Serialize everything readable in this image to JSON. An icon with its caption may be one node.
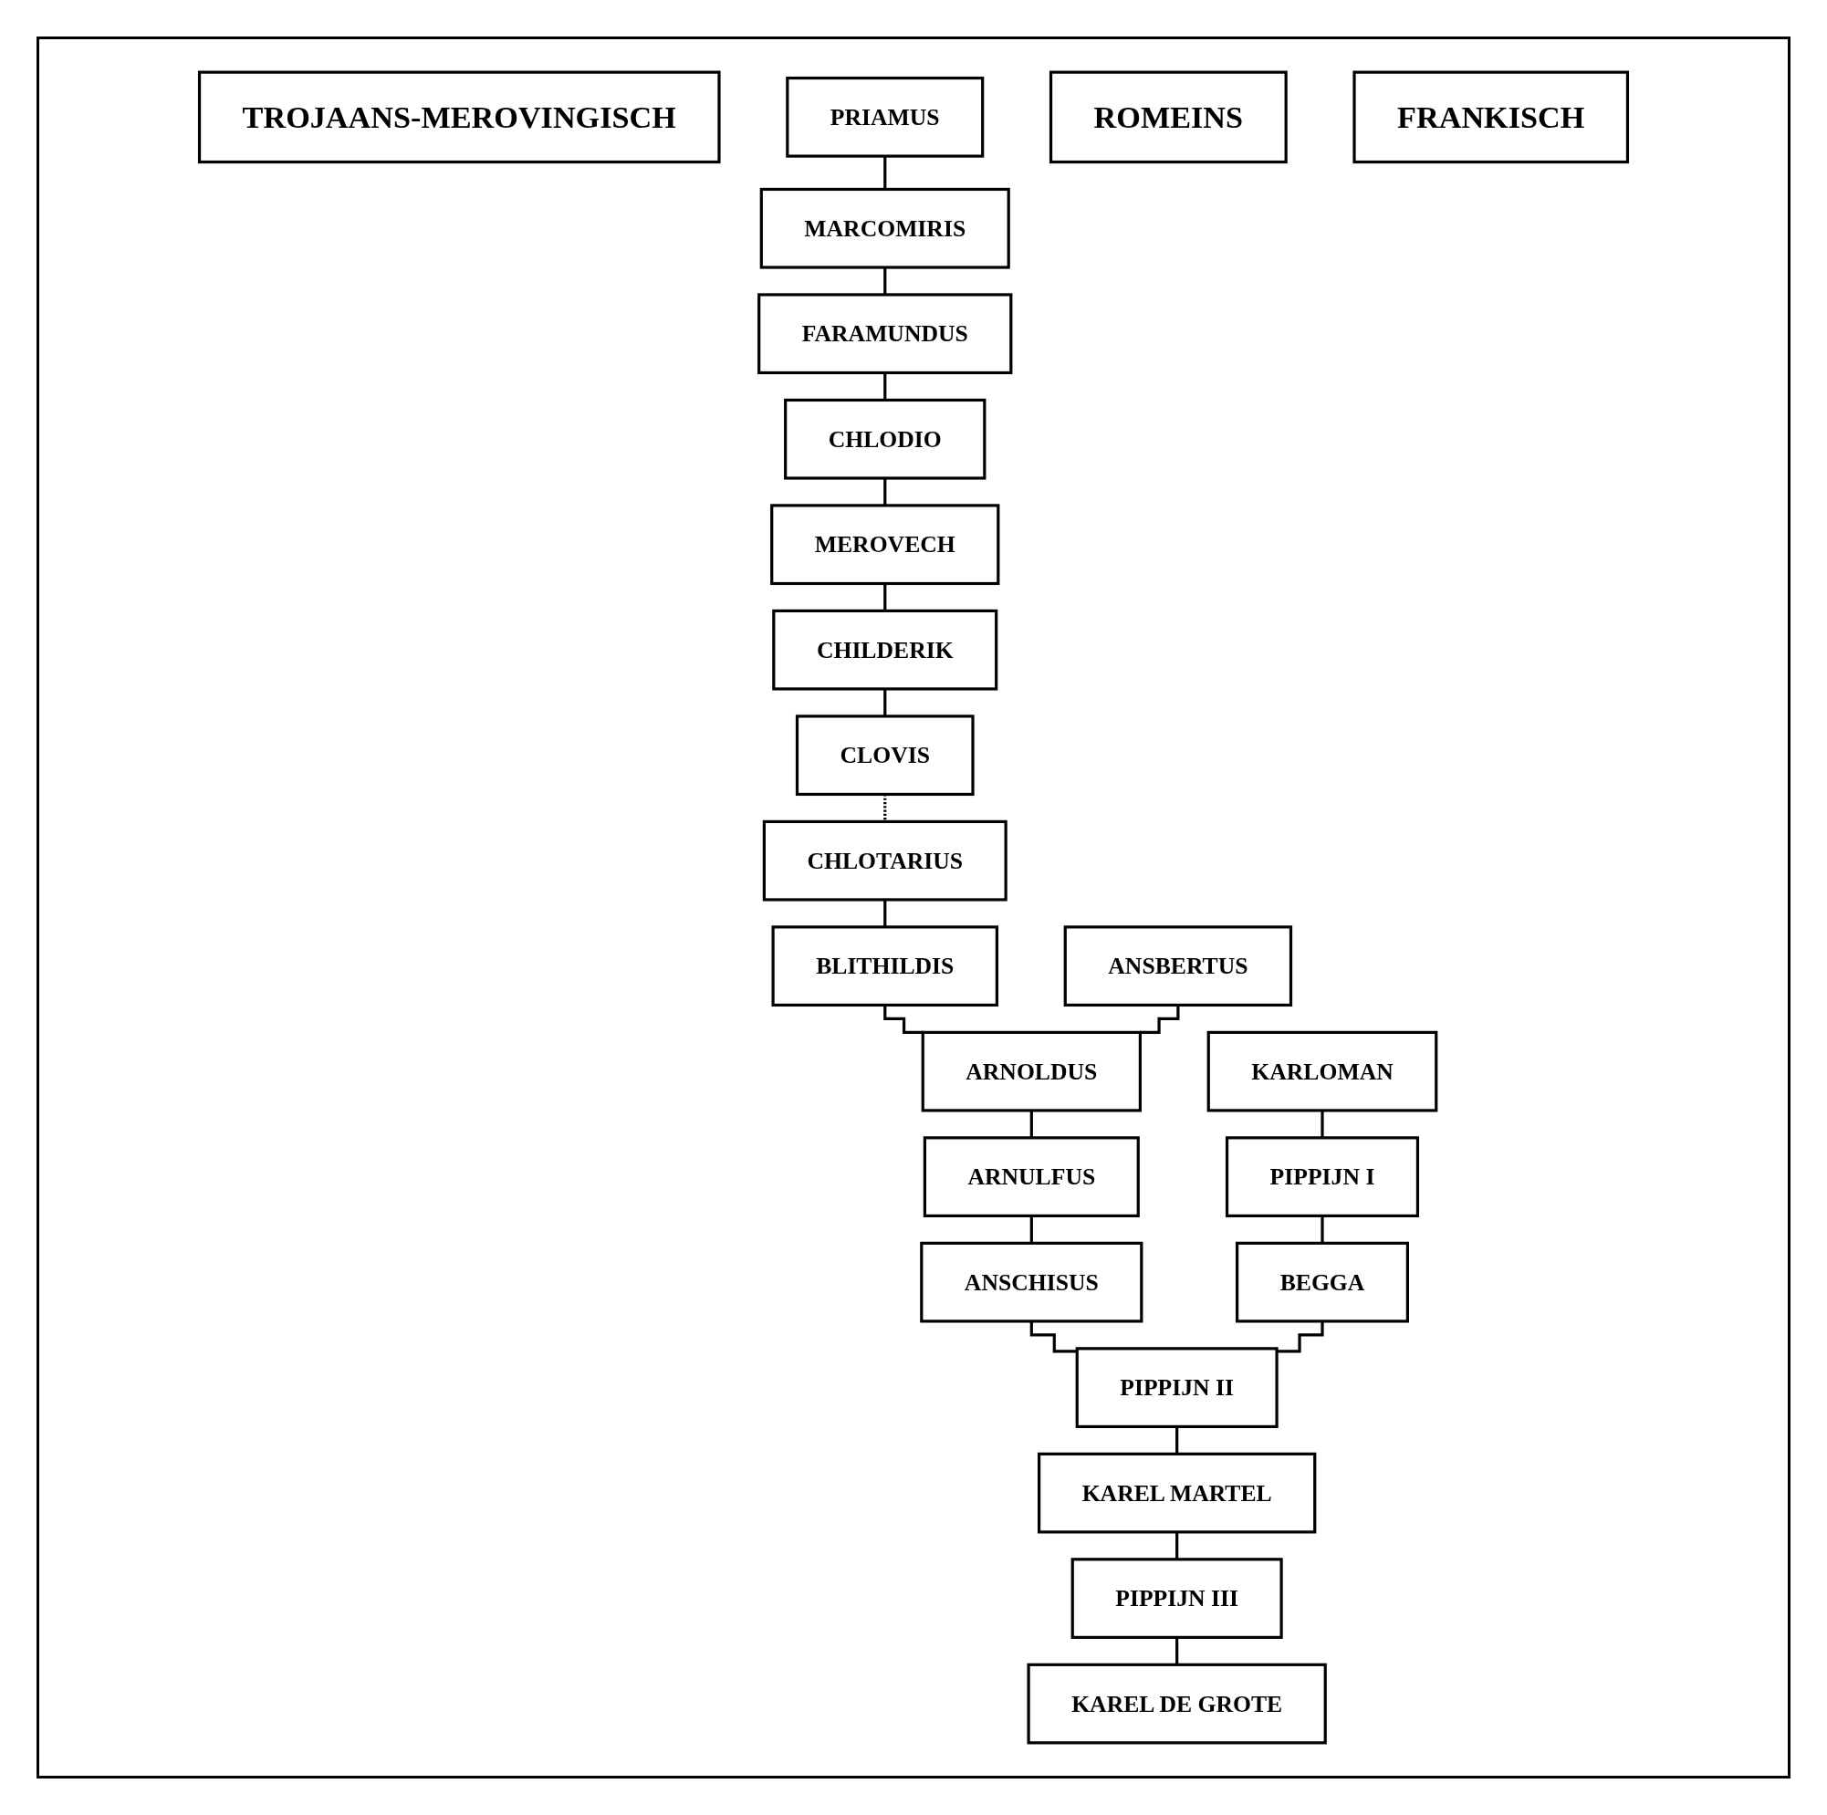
{
  "diagram": {
    "nodes": [
      {
        "text": [
          "TROJAANS-MEROVINGISCH"
        ]
      },
      {
        "text": [
          "PRIAMUS"
        ]
      },
      {
        "text": [
          "MARCOMIRIS"
        ]
      },
      {
        "text": [
          "FARAMUNDUS"
        ]
      },
      {
        "text": [
          "CHLODIO"
        ]
      },
      {
        "text": [
          "MEROVECH"
        ]
      },
      {
        "text": [
          "CHILDERIK"
        ]
      },
      {
        "text": [
          "CLOVIS"
        ]
      },
      {
        "text": [
          "CHLOTARIUS"
        ]
      },
      {
        "text": [
          "ROMEINS"
        ]
      },
      {
        "text": [
          "BLITHILDIS"
        ]
      },
      {
        "text": [
          "ANSBERTUS"
        ]
      },
      {
        "text": [
          "FRANKISCH"
        ]
      },
      {
        "text": [
          "ARNOLDUS"
        ]
      },
      {
        "text": [
          "KARLOMAN"
        ]
      },
      {
        "text": [
          "ARNULFUS"
        ]
      },
      {
        "text": [
          "PIPPIJN I"
        ]
      },
      {
        "text": [
          "ANSCHISUS"
        ]
      },
      {
        "text": [
          "BEGGA"
        ]
      },
      {
        "text": [
          "PIPPIJN II"
        ]
      },
      {
        "text": [
          "KAREL MARTEL"
        ]
      },
      {
        "text": [
          "PIPPIJN III"
        ]
      },
      {
        "text": [
          "KAREL DE GROTE"
        ]
      }
    ],
    "edges": [
      {
        "from": 1,
        "to": 2,
        "arrow": "none"
      },
      {
        "from": 2,
        "to": 3,
        "arrow": "none"
      },
      {
        "from": 3,
        "to": 4,
        "arrow": "none"
      },
      {
        "from": 4,
        "to": 5,
        "arrow": "none"
      },
      {
        "from": 5,
        "to": 6,
        "arrow": "none"
      },
      {
        "from": 6,
        "to": 7,
        "arrow": "none"
      },
      {
        "from": 7,
        "to": 8,
        "arrow": "none",
        "style": "dashed"
      },
      {
        "from": 8,
        "to": 10,
        "arrow": "none"
      },
      {
        "from": 10,
        "to": 13,
        "arrow": "none"
      },
      {
        "from": 11,
        "to": 13,
        "arrow": "none"
      },
      {
        "from": 13,
        "to": 15,
        "arrow": "none"
      },
      {
        "from": 15,
        "to": 17,
        "arrow": "none"
      },
      {
        "from": 14,
        "to": 16,
        "arrow": "none"
      },
      {
        "from": 16,
        "to": 18,
        "arrow": "none"
      },
      {
        "from": 17,
        "to": 19,
        "arrow": "none"
      },
      {
        "from": 18,
        "to": 19,
        "arrow": "none"
      },
      {
        "from": 19,
        "to": 20,
        "arrow": "none"
      },
      {
        "from": 20,
        "to": 21,
        "arrow": "none"
      },
      {
        "from": 21,
        "to": 22,
        "arrow": "none"
      }
    ]
  }
}
